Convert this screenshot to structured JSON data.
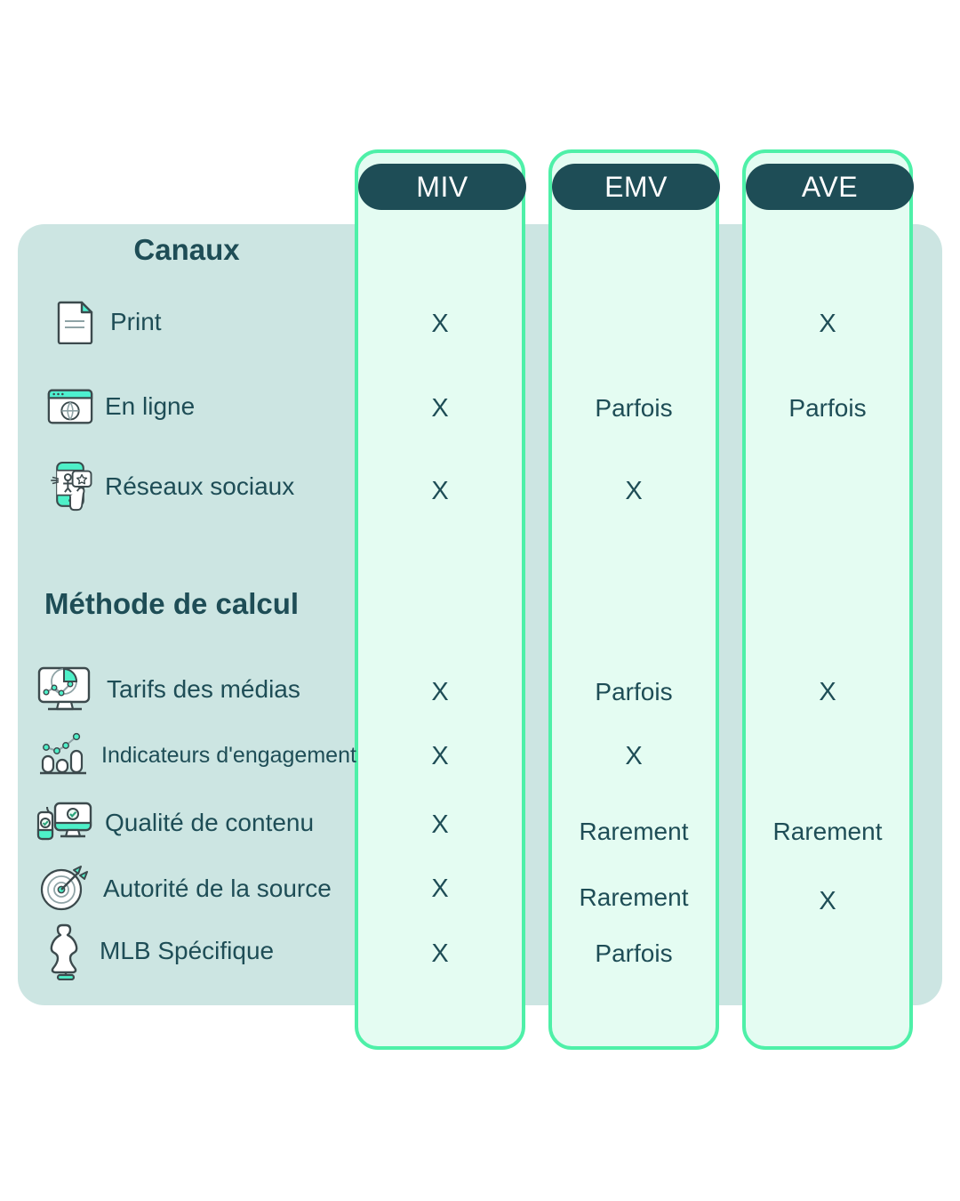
{
  "theme": {
    "background": "#ffffff",
    "panel_bg": "#cce5e2",
    "column_bg": "#e4fcf2",
    "column_border": "#4ef0a8",
    "pill_bg": "#1e4d56",
    "text_dark": "#1e4d56",
    "text_light": "#ffffff",
    "accent_mint": "#4ef0a8",
    "icon_line": "#3c4a4d"
  },
  "columns": [
    {
      "label": "MIV"
    },
    {
      "label": "EMV"
    },
    {
      "label": "AVE"
    }
  ],
  "sections": [
    {
      "title": "Canaux",
      "rows": [
        {
          "icon": "document-icon",
          "label": "Print",
          "values": [
            "X",
            "",
            "X"
          ]
        },
        {
          "icon": "browser-globe-icon",
          "label": "En ligne",
          "values": [
            "X",
            "Parfois",
            "Parfois"
          ]
        },
        {
          "icon": "social-phone-icon",
          "label": "Réseaux sociaux",
          "values": [
            "X",
            "X",
            ""
          ]
        }
      ]
    },
    {
      "title": "Méthode de calcul",
      "rows": [
        {
          "icon": "monitor-chart-icon",
          "label": "Tarifs des médias",
          "values": [
            "X",
            "Parfois",
            "X"
          ]
        },
        {
          "icon": "bar-line-chart-icon",
          "label": "Indicateurs d'engagement",
          "values": [
            "X",
            "X",
            ""
          ]
        },
        {
          "icon": "devices-quality-icon",
          "label": "Qualité de contenu",
          "values": [
            "X",
            "Rarement",
            "Rarement"
          ]
        },
        {
          "icon": "target-dart-icon",
          "label": "Autorité de la source",
          "values": [
            "X",
            "Rarement",
            "X"
          ]
        },
        {
          "icon": "mannequin-icon",
          "label": "MLB Spécifique",
          "values": [
            "X",
            "Parfois",
            ""
          ]
        }
      ]
    }
  ],
  "cell_layout": {
    "rows_y": [
      {
        "col0": 348,
        "col1": null,
        "col2": 348
      },
      {
        "col0": 443,
        "col1": 443,
        "col2": 443
      },
      {
        "col0": 536,
        "col1": 536,
        "col2": null
      },
      {
        "col0": 762,
        "col1": 762,
        "col2": 762
      },
      {
        "col0": 834,
        "col1": 834,
        "col2": null
      },
      {
        "col0": 911,
        "col1": 919,
        "col2": 919
      },
      {
        "col0": 983,
        "col1": 993,
        "col2": 997
      },
      {
        "col0": 1056,
        "col1": 1056,
        "col2": null
      }
    ]
  }
}
